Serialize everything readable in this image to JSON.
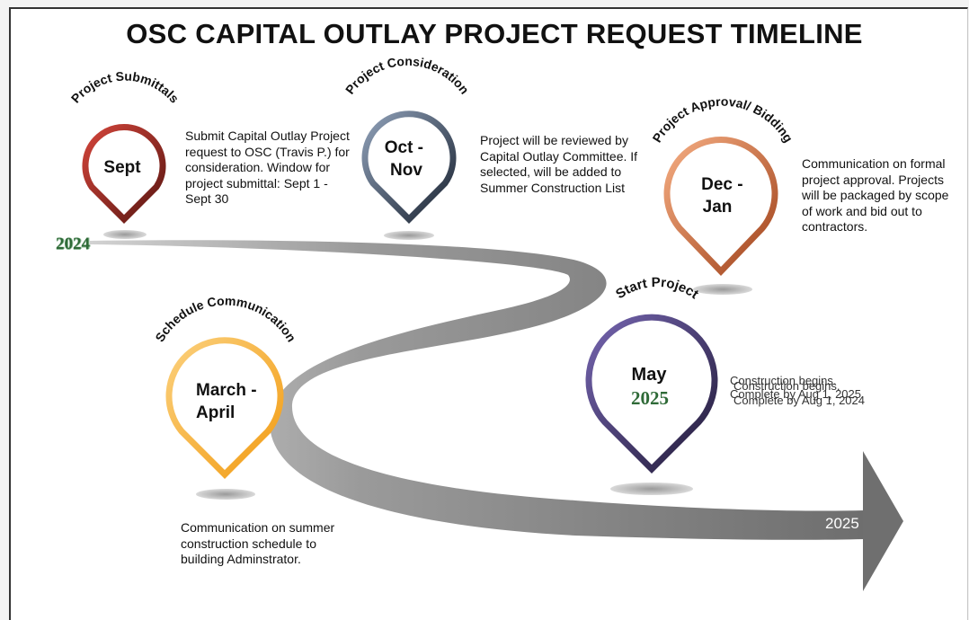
{
  "title": "OSC CAPITAL OUTLAY PROJECT REQUEST TIMELINE",
  "timeline": {
    "start_year": "2024",
    "end_year": "2025"
  },
  "stages": [
    {
      "arc_label": "Project Submittals",
      "pin_label": "Sept",
      "description": "Submit Capital Outlay Project request to OSC (Travis P.) for consideration. Window for project submittal: Sept 1 - Sept 30",
      "colors": [
        "#c43a2c",
        "#6e1f1b"
      ]
    },
    {
      "arc_label": "Project Consideration",
      "pin_label": "Oct - Nov",
      "description": "Project will be reviewed by Capital Outlay Committee. If selected, will be added to Summer Construction List",
      "colors": [
        "#7d8da5",
        "#1f2a39"
      ]
    },
    {
      "arc_label": "Project Approval/ Bidding",
      "pin_label": "Dec - Jan",
      "description": "Communication on formal project approval. Projects will be packaged by scope of work and bid out to contractors.",
      "colors": [
        "#f0a073",
        "#a64a22"
      ]
    },
    {
      "arc_label": "Schedule Communication",
      "pin_label": "March - April",
      "description": "Communication on summer construction schedule to building Adminstrator.",
      "colors": [
        "#fac66c",
        "#f0a21e"
      ]
    },
    {
      "arc_label": "Start Project",
      "pin_label": "May",
      "pin_sublabel": "2025",
      "description_line1": "Construction begins.",
      "description_line2a": "Complete by Aug 1, 2025",
      "description_line2b": "Complete by Aug 1, 2024",
      "colors": [
        "#6d5ea6",
        "#2a2142"
      ]
    }
  ]
}
